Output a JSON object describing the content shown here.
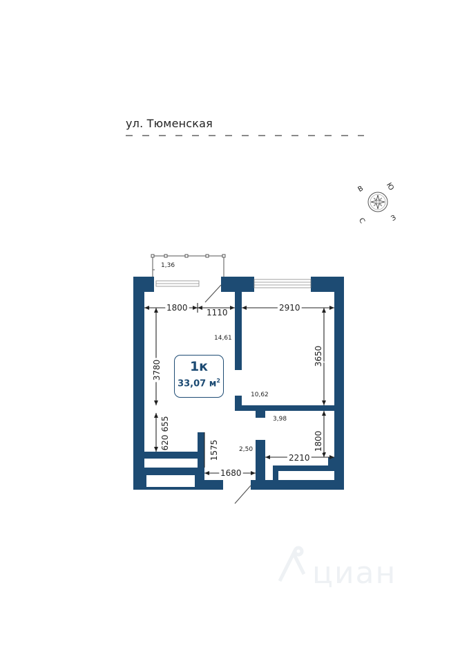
{
  "street": "ул. Тюменская",
  "apartment": {
    "rooms": "1к",
    "area": "33,07 м",
    "area_unit_sup": "2"
  },
  "compass": {
    "north": "С",
    "east": "В",
    "south": "Ю",
    "west": "З"
  },
  "room_areas": {
    "balcony": "1,36",
    "kitchen_living": "14,61",
    "bedroom": "10,62",
    "bathroom": "3,98",
    "hall": "2,50"
  },
  "dimensions": {
    "d1800_top": "1800",
    "d1110": "1110",
    "d2910": "2910",
    "d3780": "3780",
    "d3650": "3650",
    "d655": "655",
    "d620": "620",
    "d1575": "1575",
    "d1680": "1680",
    "d2210": "2210",
    "d1800_right": "1800"
  },
  "watermark": "циан",
  "colors": {
    "wall": "#1d4b73",
    "text": "#222222",
    "badge_border": "#1d4b73"
  }
}
